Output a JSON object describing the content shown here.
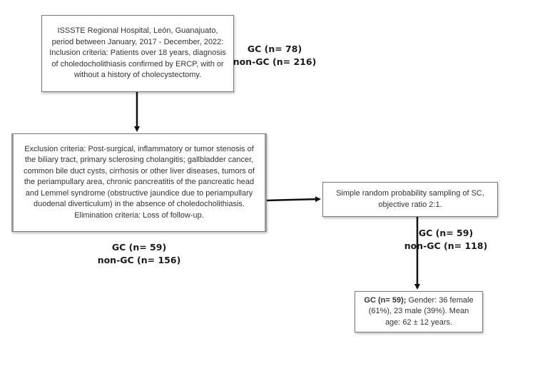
{
  "boxes": {
    "source": "ISSSTE Regional Hospital, León, Guanajuato, period between January, 2017 - December, 2022: Inclusion criteria: Patients over 18 years, diagnosis of choledocholithiasis confirmed by ERCP, with or without a history of cholecystectomy.",
    "exclusion": "Exclusion criteria: Post-surgical, inflammatory or tumor stenosis of the biliary tract, primary sclerosing cholangitis; gallbladder cancer, common bile duct cysts, cirrhosis or other liver diseases, tumors of the periampullary area, chronic pancreatitis of the pancreatic head and Lemmel syndrome (obstructive jaundice due to periampullary duodenal diverticulum) in the absence of choledocholithiasis. Elimination criteria: Loss of follow-up.",
    "sampling": "Simple random probability sampling of SC, objective ratio 2:1.",
    "final_bold": "GC (n= 59);",
    "final_rest": " Gender: 36 female (61%), 23 male (39%). Mean age: 62 ± 12 years."
  },
  "counts": {
    "initial": {
      "gc": "GC (n= 78)",
      "non_gc": "non-GC (n= 216)"
    },
    "after_exclusion": {
      "gc": "GC (n= 59)",
      "non_gc": "non-GC (n= 156)"
    },
    "after_sampling": {
      "gc": "GC (n= 59)",
      "non_gc": "non-GC (n= 118)"
    }
  },
  "colors": {
    "arrow": "#111111",
    "border": "#7a7a7a"
  }
}
